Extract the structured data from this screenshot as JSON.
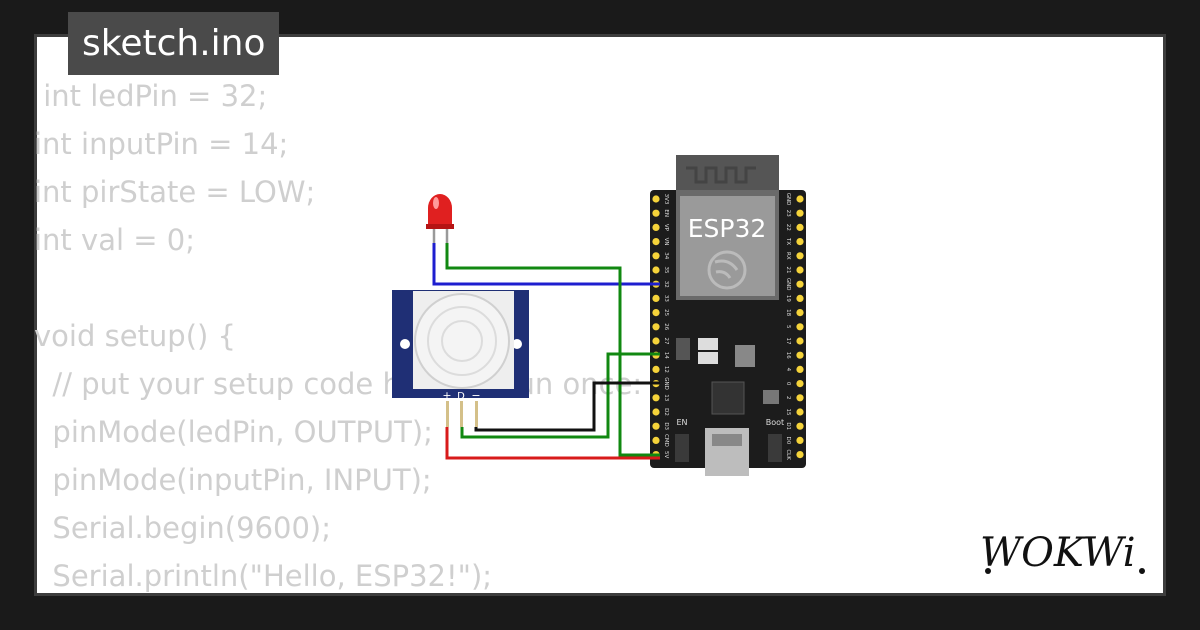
{
  "tab": {
    "filename": "sketch.ino"
  },
  "code_lines": [
    " int ledPin = 32;",
    "int inputPin = 14;",
    "int pirState = LOW;",
    "int val = 0;",
    "",
    "void setup() {",
    "  // put your setup code here, to run once:",
    "  pinMode(ledPin, OUTPUT);",
    "  pinMode(inputPin, INPUT);",
    "  Serial.begin(9600);",
    "  Serial.println(\"Hello, ESP32!\");"
  ],
  "board": {
    "name": "ESP32",
    "buttons": {
      "en": "EN",
      "boot": "Boot"
    },
    "left_pins": [
      "3V3",
      "EN",
      "VP",
      "VN",
      "34",
      "35",
      "32",
      "33",
      "25",
      "26",
      "27",
      "14",
      "12",
      "GND",
      "13",
      "D2",
      "D3",
      "CMD",
      "5V"
    ],
    "right_pins": [
      "GND",
      "23",
      "22",
      "TX",
      "RX",
      "21",
      "GND",
      "19",
      "18",
      "5",
      "17",
      "16",
      "4",
      "0",
      "2",
      "15",
      "D1",
      "D0",
      "CLK"
    ]
  },
  "pir": {
    "pin_labels": [
      "+",
      "D",
      "−"
    ]
  },
  "wires": {
    "colors": {
      "blue": "#1e1ecf",
      "green": "#118811",
      "black": "#111111",
      "red": "#d81b1b"
    }
  },
  "brand": {
    "logo": "WOKWi"
  }
}
